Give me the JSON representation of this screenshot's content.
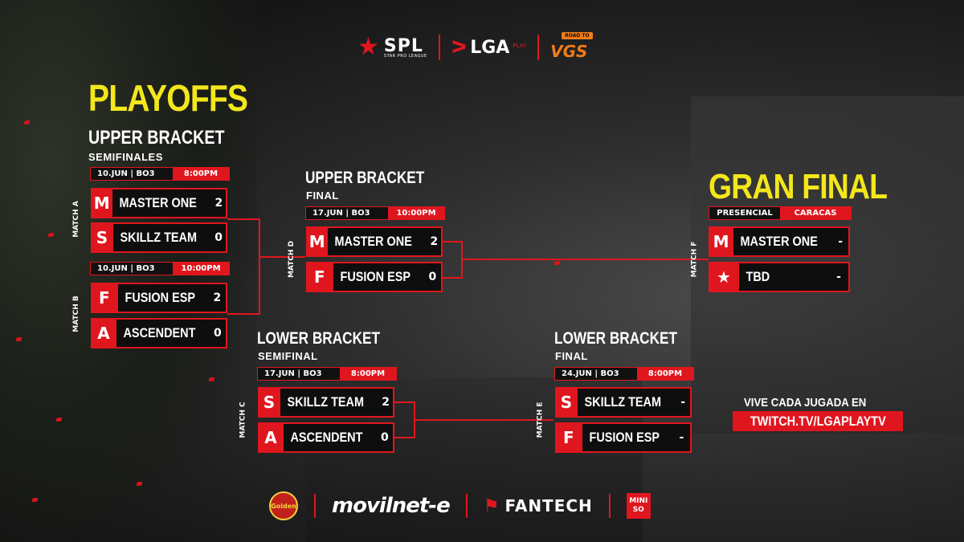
{
  "header": {
    "spl_text": "SPL",
    "spl_sub": "STAR PRO LEAGUE",
    "lga_text": "LGA",
    "lga_sup": "PLAY",
    "vgs_road": "ROAD TO",
    "vgs_text": "VGS"
  },
  "playoffs_title": "PLAYOFFS",
  "upper_semis": {
    "title": "UPPER BRACKET",
    "subtitle": "SEMIFINALES",
    "match_a": {
      "label": "MATCH A",
      "date": "10.JUN | BO3",
      "time": "8:00PM",
      "team1": {
        "name": "MASTER ONE",
        "score": "2"
      },
      "team2": {
        "name": "SKILLZ TEAM",
        "score": "0"
      }
    },
    "match_b": {
      "label": "MATCH B",
      "date": "10.JUN | BO3",
      "time": "10:00PM",
      "team1": {
        "name": "FUSION ESP",
        "score": "2"
      },
      "team2": {
        "name": "ASCENDENT",
        "score": "0"
      }
    }
  },
  "upper_final": {
    "title": "UPPER BRACKET",
    "subtitle": "FINAL",
    "match_d": {
      "label": "MATCH D",
      "date": "17.JUN | BO3",
      "time": "10:00PM",
      "team1": {
        "name": "MASTER ONE",
        "score": "2"
      },
      "team2": {
        "name": "FUSION ESP",
        "score": "0"
      }
    }
  },
  "lower_semis": {
    "title": "LOWER BRACKET",
    "subtitle": "SEMIFINAL",
    "match_c": {
      "label": "MATCH C",
      "date": "17.JUN | BO3",
      "time": "8:00PM",
      "team1": {
        "name": "SKILLZ TEAM",
        "score": "2"
      },
      "team2": {
        "name": "ASCENDENT",
        "score": "0"
      }
    }
  },
  "lower_final": {
    "title": "LOWER BRACKET",
    "subtitle": "FINAL",
    "match_e": {
      "label": "MATCH E",
      "date": "24.JUN | BO3",
      "time": "8:00PM",
      "team1": {
        "name": "SKILLZ TEAM",
        "score": "-"
      },
      "team2": {
        "name": "FUSION ESP",
        "score": "-"
      }
    }
  },
  "grand_final": {
    "title": "GRAN FINAL",
    "venue_type": "PRESENCIAL",
    "venue_city": "CARACAS",
    "match_f": {
      "label": "MATCH F",
      "team1": {
        "name": "MASTER ONE",
        "score": "-"
      },
      "team2": {
        "name": "TBD",
        "score": "-"
      }
    }
  },
  "stream": {
    "cta": "VIVE CADA JUGADA EN",
    "link": "TWITCH.TV/LGAPLAYTV"
  },
  "sponsors": {
    "golden": "Golden",
    "movilnet": "movilnet-e",
    "fantech": "FANTECH",
    "miniso_top": "MINI",
    "miniso_bottom": "SO"
  },
  "colors": {
    "accent": "#e0161e",
    "title_yellow": "#f3e71b",
    "panel": "#0e0e0e"
  },
  "icons": {
    "master_one": "master-one-logo-icon",
    "skillz_team": "skillz-team-logo-icon",
    "fusion_esp": "fusion-esp-logo-icon",
    "ascendent": "ascendent-logo-icon",
    "tbd": "star-icon"
  }
}
